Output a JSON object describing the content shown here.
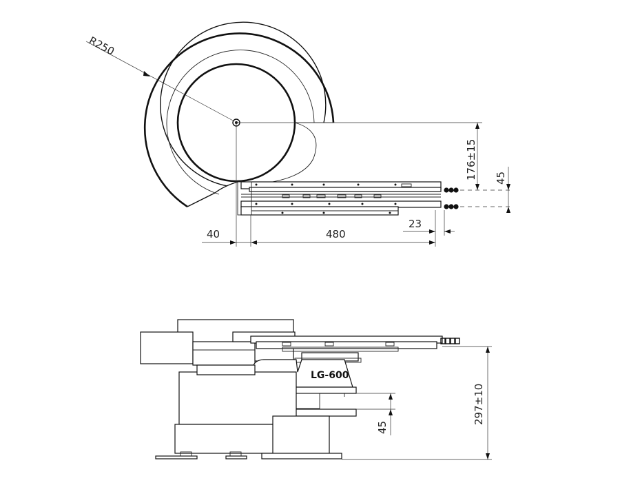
{
  "top_view": {
    "radius_label": "R250",
    "dim_height": "176±15",
    "dim_track_spacing": "45",
    "dim_offset": "40",
    "dim_length": "480",
    "dim_end": "23"
  },
  "side_view": {
    "model_label": "LG-600",
    "dim_total_height": "297±10",
    "dim_base_gap": "45"
  }
}
